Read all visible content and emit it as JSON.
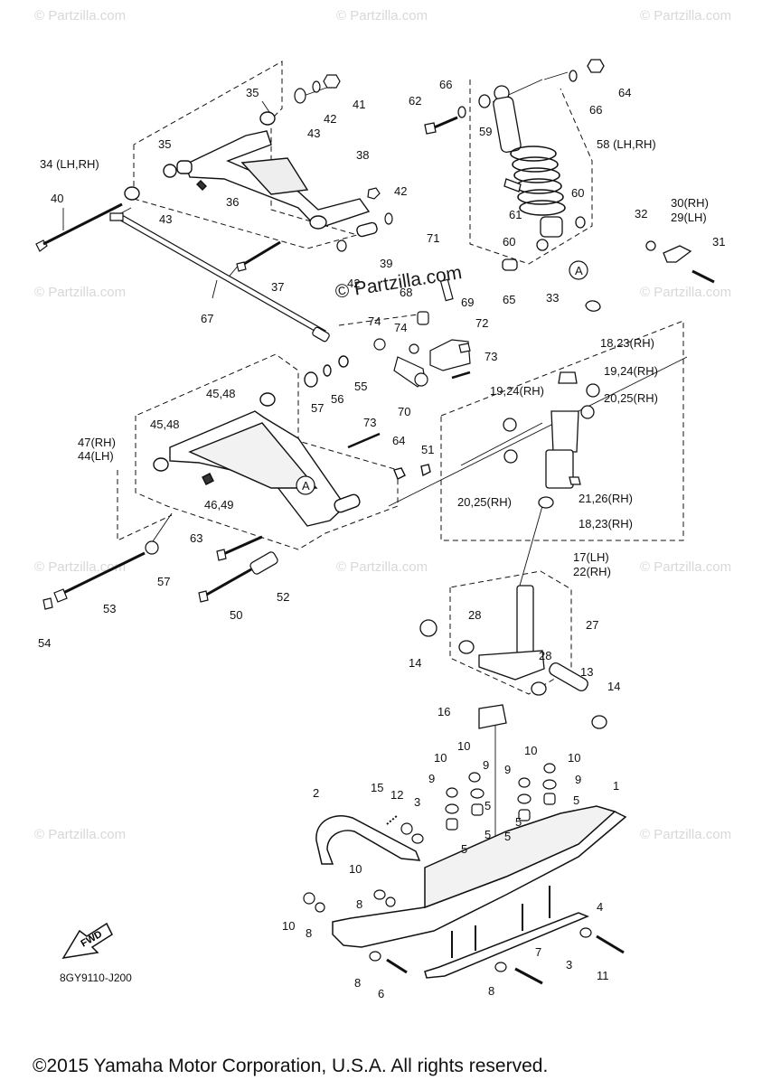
{
  "watermarks": {
    "text": "© Partzilla.com",
    "main": "© Partzilla.com"
  },
  "diagram": {
    "code": "8GY9110-J200",
    "fwd_label": "FWD",
    "copyright": "©2015 Yamaha Motor Corporation, U.S.A. All rights reserved.",
    "callouts": {
      "c35a": "35",
      "c41": "41",
      "c42a": "42",
      "c43a": "43",
      "c34": "34 (LH,RH)",
      "c35b": "35",
      "c36": "36",
      "c38": "38",
      "c42b": "42",
      "c40": "40",
      "c43b": "43",
      "c39": "39",
      "c42c": "42",
      "c37": "37",
      "c67": "67",
      "c62": "62",
      "c66a": "66",
      "c59": "59",
      "c64a": "64",
      "c66b": "66",
      "c58": "58 (LH,RH)",
      "c61": "61",
      "c60a": "60",
      "c60b": "60",
      "c65": "65",
      "cA1": "A",
      "c71": "71",
      "c68": "68",
      "c69": "69",
      "c74a": "74",
      "c74b": "74",
      "c72": "72",
      "c73a": "73",
      "c70": "70",
      "c32": "32",
      "c30": "30(RH)",
      "c29": "29(LH)",
      "c31": "31",
      "c33": "33",
      "c1823a": "18,23(RH)",
      "c1924a": "19,24(RH)",
      "c1924b": "19,24(RH)",
      "c2025a": "20,25(RH)",
      "c2025b": "20,25(RH)",
      "c2126": "21,26(RH)",
      "c1823b": "18,23(RH)",
      "c17": "17(LH)",
      "c22": "22(RH)",
      "c4548a": "45,48",
      "c57a": "57",
      "c56": "56",
      "c55": "55",
      "c47": "47(RH)",
      "c44": "44(LH)",
      "c4548b": "45,48",
      "c73b": "73",
      "c64b": "64",
      "c51": "51",
      "c4649": "46,49",
      "cA2": "A",
      "c63": "63",
      "c57b": "57",
      "c53": "53",
      "c52": "52",
      "c50": "50",
      "c54": "54",
      "c28a": "28",
      "c27": "27",
      "c14a": "14",
      "c28b": "28",
      "c13": "13",
      "c14b": "14",
      "c16": "16",
      "c10a": "10",
      "c10b": "10",
      "c10c": "10",
      "c10d": "10",
      "c9a": "9",
      "c9b": "9",
      "c9c": "9",
      "c9d": "9",
      "c5a": "5",
      "c5b": "5",
      "c5c": "5",
      "c5d": "5",
      "c5e": "5",
      "c1": "1",
      "c2": "2",
      "c15": "15",
      "c12": "12",
      "c3a": "3",
      "c10e": "10",
      "c8a": "8",
      "c10f": "10",
      "c8b": "8",
      "c4": "4",
      "c3b": "3",
      "c11": "11",
      "c7": "7",
      "c8c": "8",
      "c6": "6",
      "c8d": "8"
    }
  }
}
